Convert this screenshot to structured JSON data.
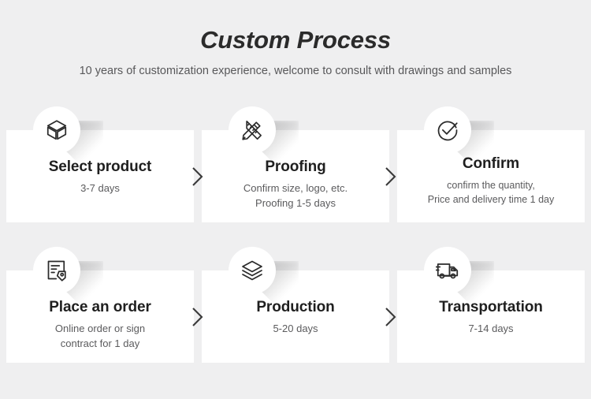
{
  "header": {
    "title": "Custom Process",
    "subtitle": "10 years of customization experience, welcome to consult with drawings and samples"
  },
  "colors": {
    "background": "#efeff0",
    "card": "#ffffff",
    "title_text": "#2b2b2b",
    "body_text": "#1f1f1f",
    "muted_text": "#5b5b5d"
  },
  "steps": [
    {
      "icon": "cube-icon",
      "title": "Select product",
      "desc": "3-7 days"
    },
    {
      "icon": "pencil-ruler-icon",
      "title": "Proofing",
      "desc": "Confirm size, logo, etc.\nProofing 1-5 days"
    },
    {
      "icon": "check-circle-icon",
      "title": "Confirm",
      "desc": "confirm the quantity,\nPrice and delivery time 1 day"
    },
    {
      "icon": "document-tag-icon",
      "title": "Place an order",
      "desc": "Online order or sign\ncontract for 1 day"
    },
    {
      "icon": "layers-icon",
      "title": "Production",
      "desc": "5-20 days"
    },
    {
      "icon": "truck-icon",
      "title": "Transportation",
      "desc": "7-14 days"
    }
  ],
  "separators": {
    "icon": "chevron-right-icon",
    "count": 4
  }
}
